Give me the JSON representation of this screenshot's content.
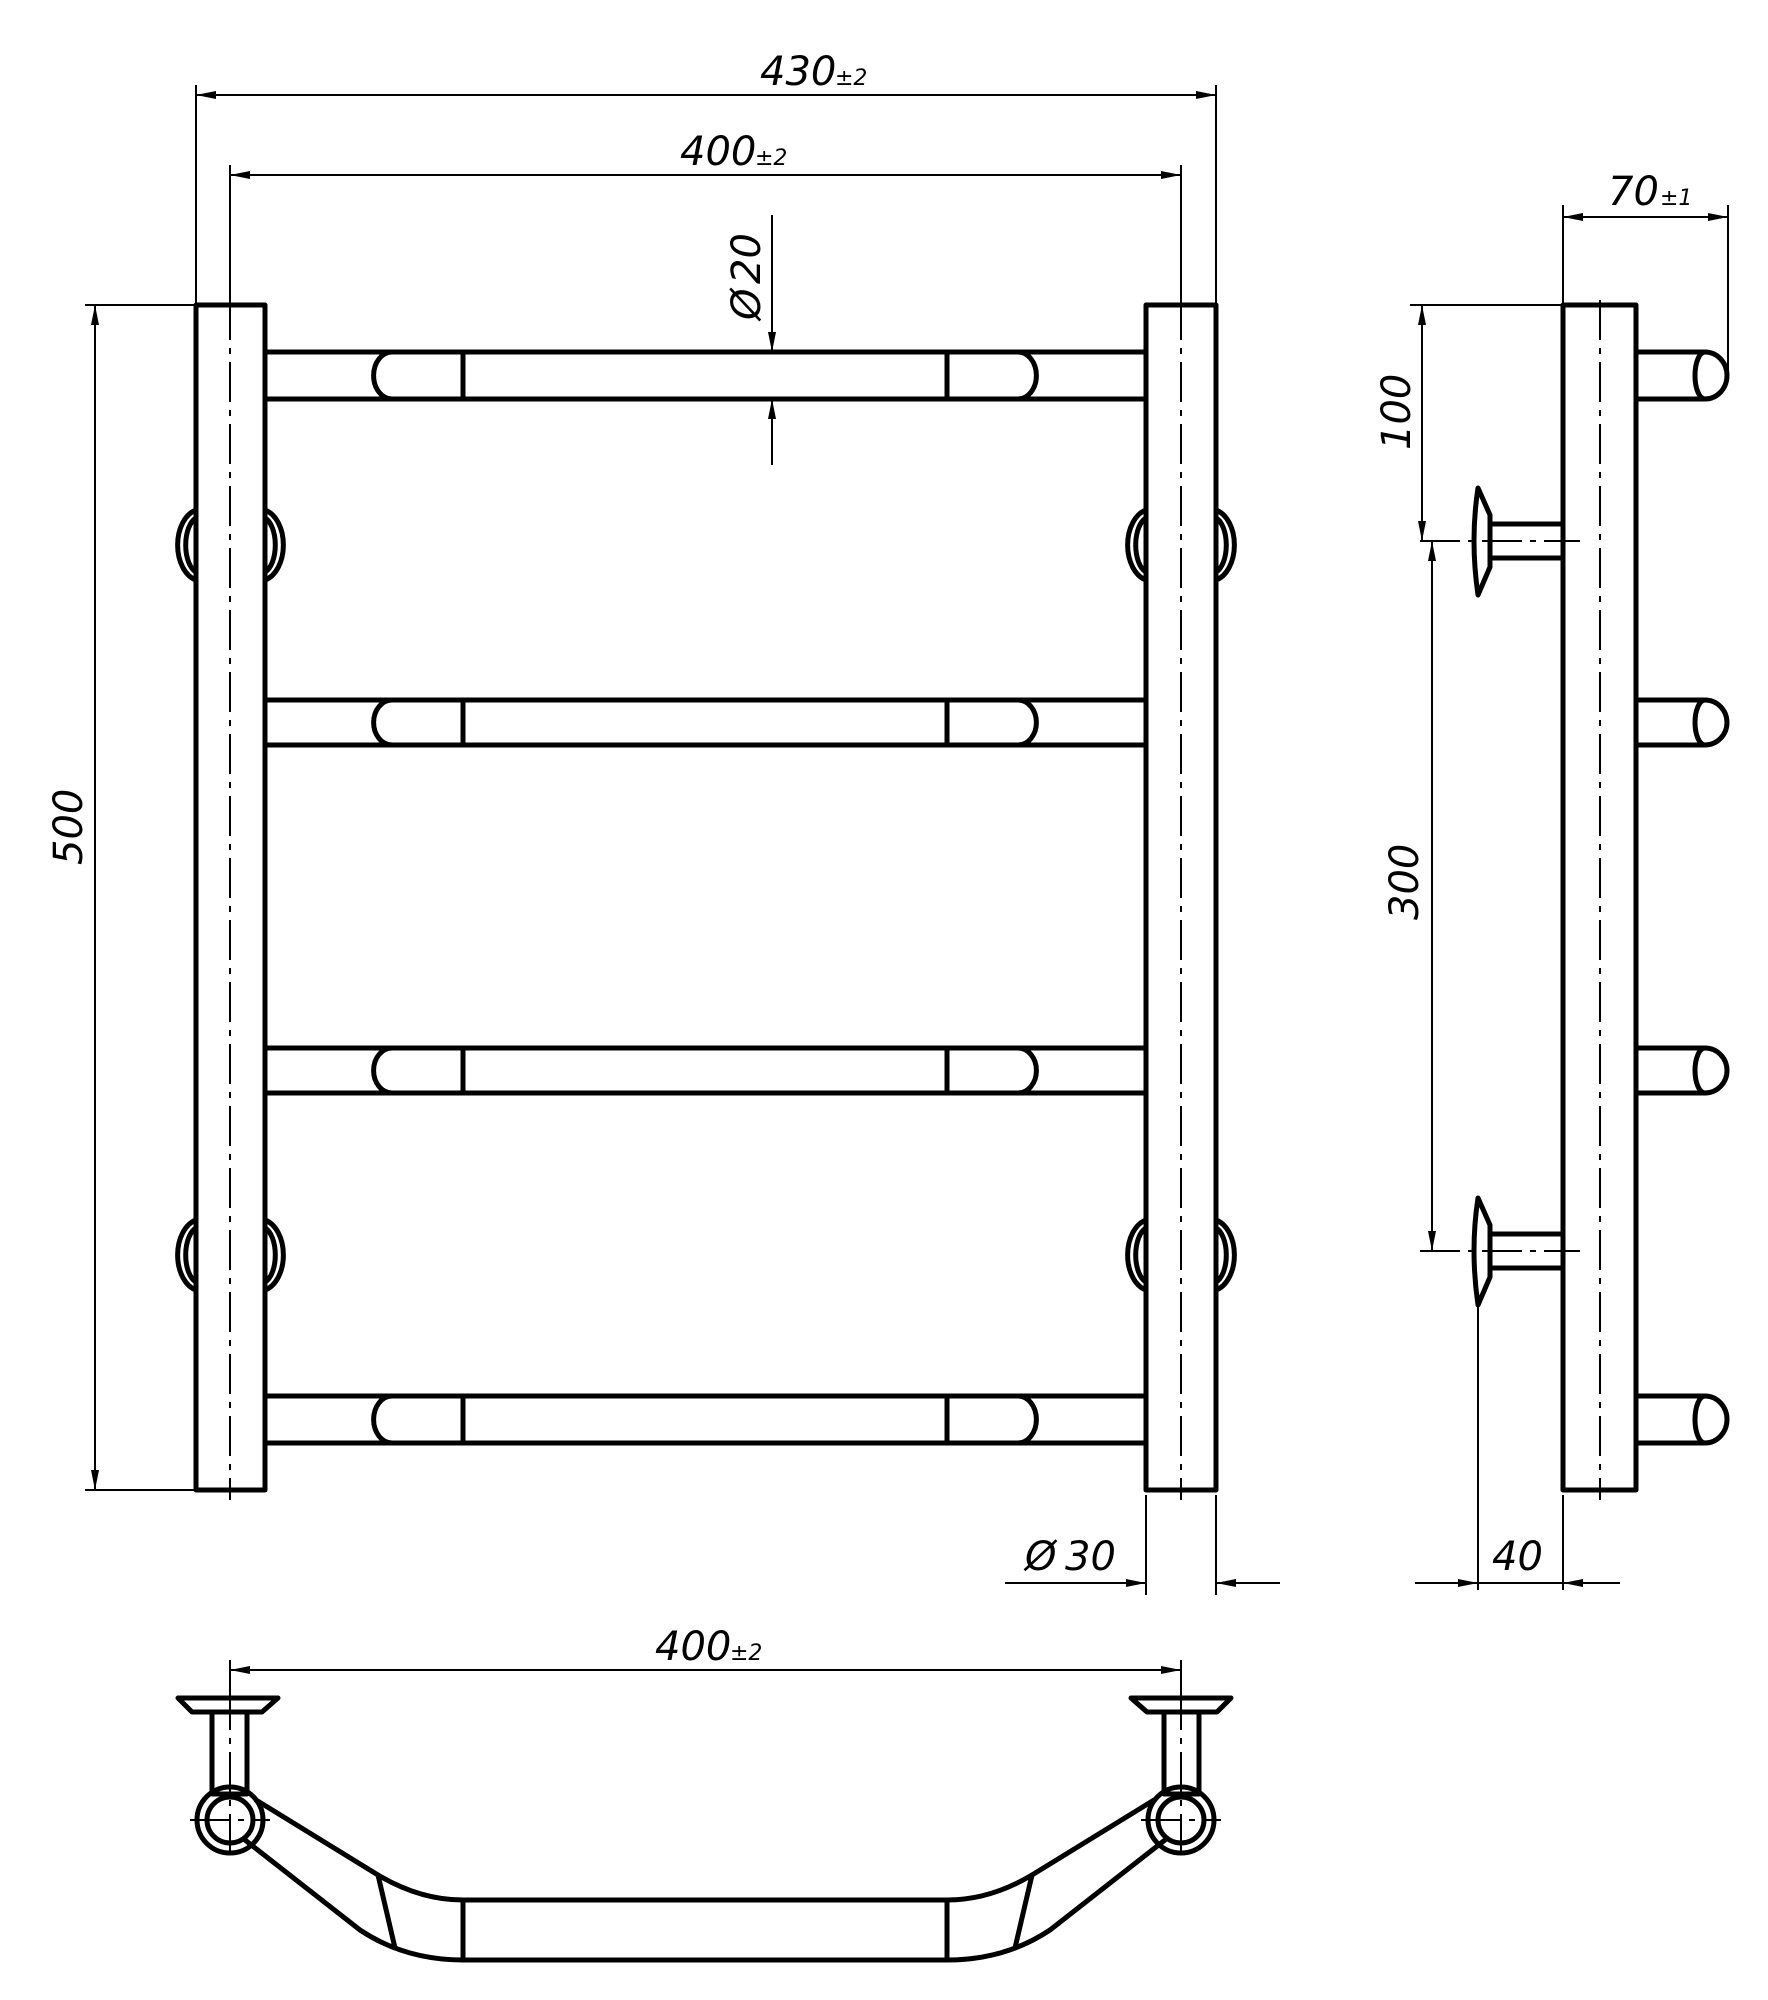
{
  "front_view": {
    "width_total": {
      "value": "430",
      "tolerance": "±2"
    },
    "width_axes": {
      "value": "400",
      "tolerance": "±2"
    },
    "rung_diameter": {
      "symbol": "Ø",
      "value": "20"
    },
    "height": {
      "value": "500"
    },
    "riser_diameter": {
      "symbol": "Ø",
      "value": "30"
    }
  },
  "side_view": {
    "depth": {
      "value": "70",
      "tolerance": "±1"
    },
    "top_to_mount": {
      "value": "100"
    },
    "mount_spacing": {
      "value": "300"
    },
    "wall_offset": {
      "value": "40"
    }
  },
  "top_view": {
    "width_axes": {
      "value": "400",
      "tolerance": "±2"
    }
  }
}
